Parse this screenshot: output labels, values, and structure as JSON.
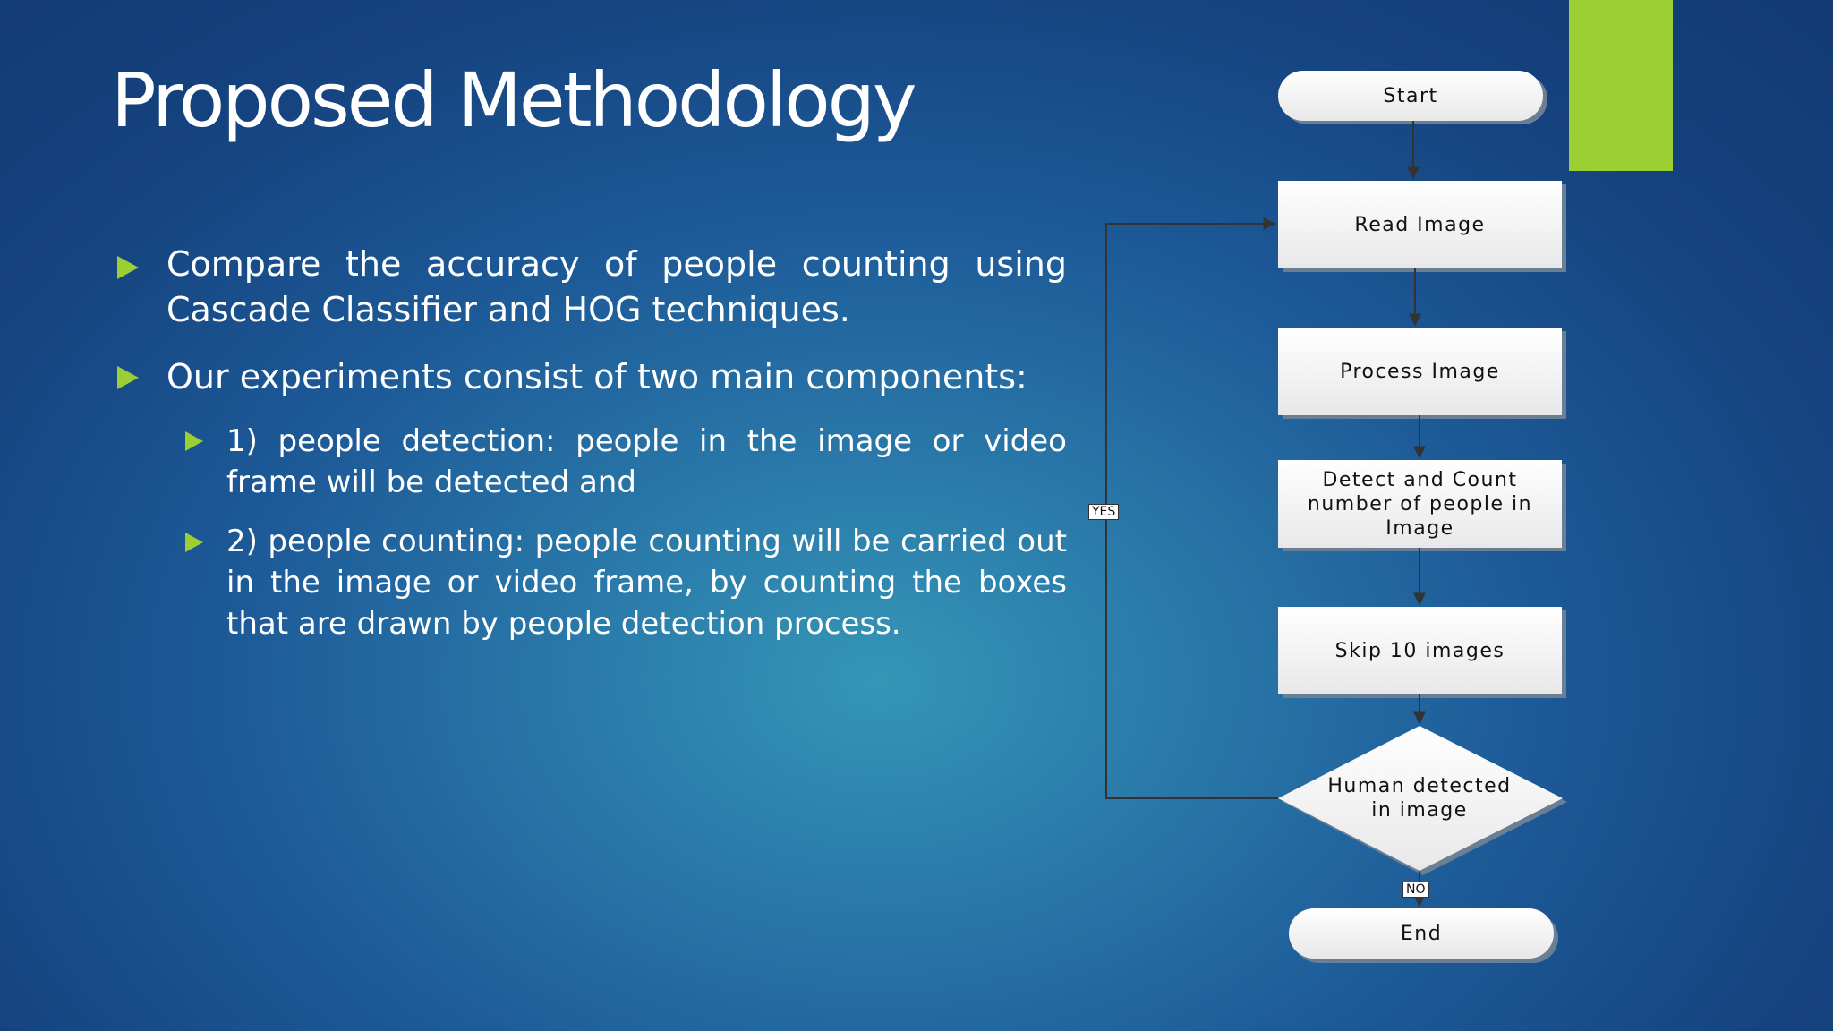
{
  "slide": {
    "title": "Proposed Methodology",
    "accent_color": "#9ccf33",
    "bullets": [
      {
        "text": "Compare the accuracy of people counting using Cascade Classifier and HOG techniques."
      },
      {
        "text": "Our experiments consist of two main components:"
      }
    ],
    "sub_bullets": [
      {
        "text": "1) people detection: people in the image or video frame will be detected and"
      },
      {
        "text": "2) people counting: people counting will be carried out in the image or video frame, by counting the boxes that are drawn by people detection process."
      }
    ]
  },
  "flowchart": {
    "nodes": {
      "start": "Start",
      "read_image": "Read Image",
      "process_image": "Process Image",
      "detect_count": "Detect and Count number of people in Image",
      "skip": "Skip 10 images",
      "decision": "Human detected in image",
      "end": "End"
    },
    "edge_labels": {
      "yes": "YES",
      "no": "NO"
    }
  }
}
